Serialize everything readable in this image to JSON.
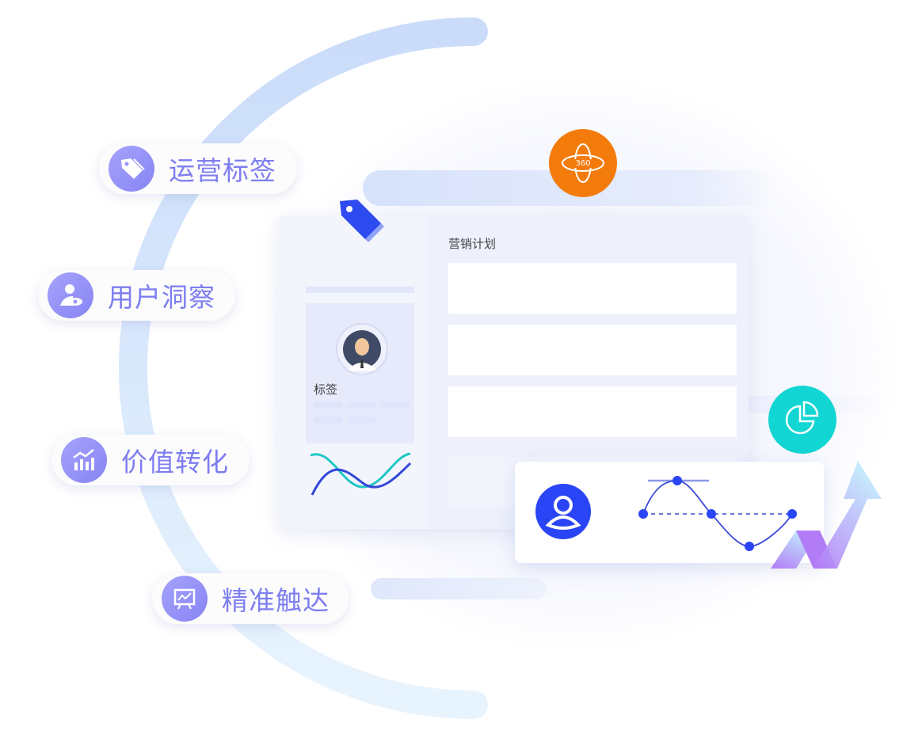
{
  "features": [
    {
      "label": "运营标签",
      "icon": "tag-icon"
    },
    {
      "label": "用户洞察",
      "icon": "user-eye-icon"
    },
    {
      "label": "价值转化",
      "icon": "growth-chart-icon"
    },
    {
      "label": "精准触达",
      "icon": "presentation-icon"
    }
  ],
  "dashboard": {
    "title": "营销计划",
    "profile_label": "标签"
  },
  "badges": {
    "orbit": "360"
  },
  "colors": {
    "accent": "#7d7ef0",
    "orange": "#f37b0b",
    "teal": "#12d6d3",
    "blue": "#2a45f5"
  }
}
